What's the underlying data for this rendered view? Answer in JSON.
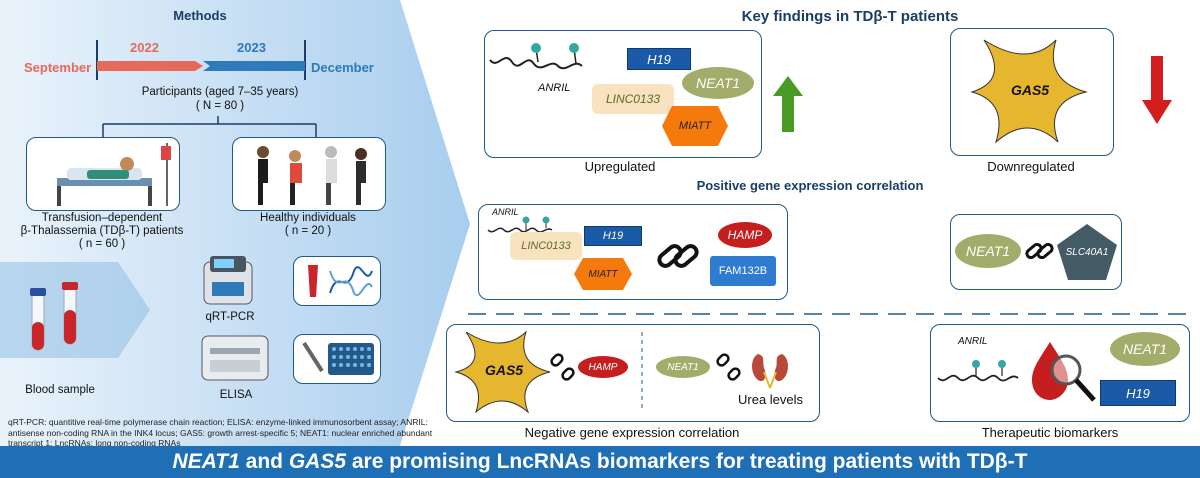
{
  "methods": {
    "title": "Methods",
    "year_start": "2022",
    "year_end": "2023",
    "month_start": "September",
    "month_end": "December",
    "participants_line1": "Participants (aged 7–35 years)",
    "participants_line2": "( N = 80 )",
    "group1_line1": "Transfusion–dependent",
    "group1_line2": "β-Thalassemia (TDβ-T) patients",
    "group1_line3": "( n = 60 )",
    "group2_line1": "Healthy individuals",
    "group2_line2": "( n = 20 )",
    "blood_label": "Blood sample",
    "qrtpcr_label": "qRT-PCR",
    "elisa_label": "ELISA",
    "footnote": "qRT-PCR: quantitive real-time polymerase chain reaction; ELISA: enzyme-linked immunosorbent assay; ANRIL: antisense non-coding RNA in the INK4 locus; GAS5: growth arrest-specific 5; NEAT1: nuclear enriched abundant transcript 1; LncRNAs: long non-coding RNAs"
  },
  "findings": {
    "title": "Key findings in TDβ-T patients",
    "upregulated_label": "Upregulated",
    "downregulated_label": "Downregulated",
    "positive_title": "Positive gene expression correlation",
    "negative_label": "Negative gene expression correlation",
    "therapeutic_label": "Therapeutic biomarkers",
    "urea_label": "Urea levels"
  },
  "genes": {
    "anril": "ANRIL",
    "h19": "H19",
    "neat1": "NEAT1",
    "linc0133": "LINC0133",
    "miatt": "MIATT",
    "gas5": "GAS5",
    "hamp": "HAMP",
    "fam132b": "FAM132B",
    "slc40a1": "SLC40A1"
  },
  "colors": {
    "blue_gene": "#1a5aa6",
    "green_gene": "#a3ac6a",
    "orange_gene": "#f47a0c",
    "red_gene": "#c41e1e",
    "peach_gene": "#f8e2bf",
    "gas5_star": "#e6b62f",
    "slate": "#435b65",
    "banner": "#1e6fb6",
    "timeline_red": "#e56a5a",
    "timeline_blue": "#2f7ab8"
  },
  "banner": {
    "italic1": "NEAT1",
    "mid1": " and ",
    "italic2": "GAS5",
    "rest": " are promising LncRNAs biomarkers for treating patients with TDβ-T"
  }
}
